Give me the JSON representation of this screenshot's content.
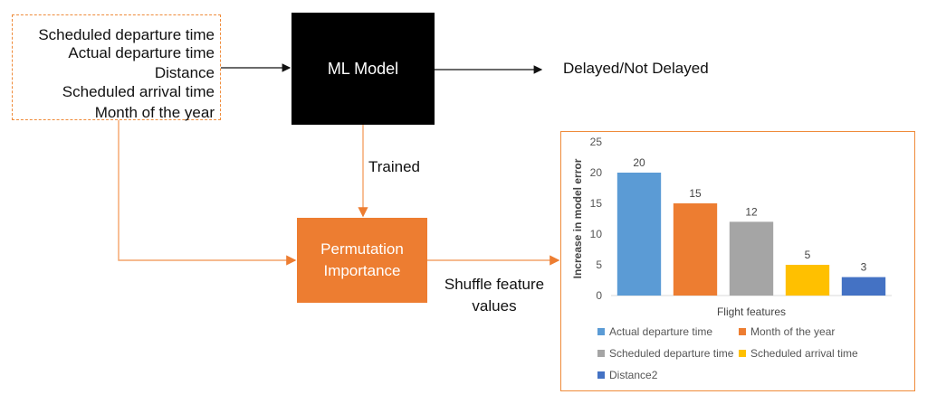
{
  "features": [
    "Scheduled departure time",
    "Actual departure time",
    "Distance",
    "Scheduled arrival time",
    "Month of the year"
  ],
  "ml_model_label": "ML Model",
  "output_label": "Delayed/Not Delayed",
  "trained_label": "Trained",
  "permutation_label": "Permutation Importance",
  "shuffle_label_line1": "Shuffle feature",
  "shuffle_label_line2": "values",
  "colors": {
    "accent_orange": "#ed7d31",
    "dashed_border": "#ef8b3a",
    "arrow_orange": "#f4a46a"
  },
  "chart_data": {
    "type": "bar",
    "categories": [
      "Actual departure time",
      "Month of the year",
      "Scheduled departure time",
      "Scheduled arrival time",
      "Distance2"
    ],
    "values": [
      20,
      15,
      12,
      5,
      3
    ],
    "colors": [
      "#5b9bd5",
      "#ed7d31",
      "#a5a5a5",
      "#ffc000",
      "#4472c4"
    ],
    "xlabel": "Flight features",
    "ylabel": "Increase in model error",
    "ylim": [
      0,
      25
    ],
    "yticks": [
      0,
      5,
      10,
      15,
      20,
      25
    ],
    "grid": false,
    "legend_position": "bottom"
  }
}
